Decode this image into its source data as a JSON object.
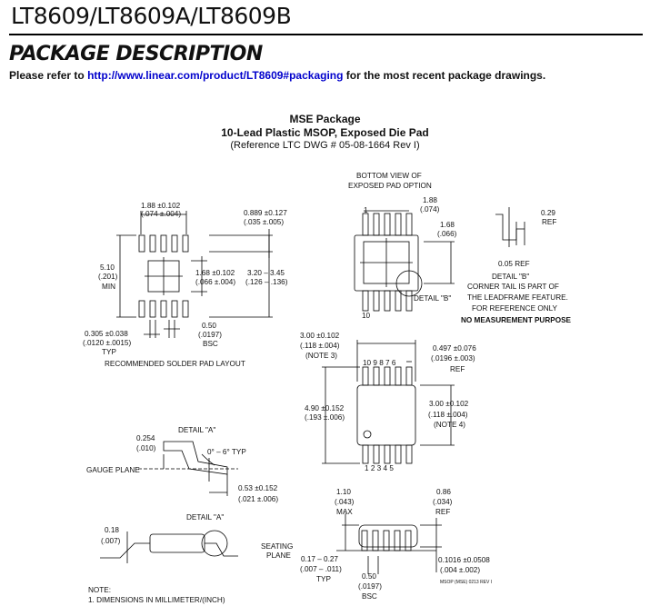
{
  "header": {
    "part_numbers": "LT8609/LT8609A/LT8609B"
  },
  "section_title": "PACKAGE DESCRIPTION",
  "reference": {
    "prefix": "Please refer to",
    "url": "http://www.linear.com/product/LT8609#packaging",
    "suffix": "for the most recent package drawings."
  },
  "package": {
    "name": "MSE Package",
    "subtitle": "10-Lead Plastic MSOP, Exposed Die Pad",
    "dwg": "(Reference LTC DWG # 05-08-1664 Rev I)"
  },
  "solder_pad": {
    "dim_top": "1.88 ±0.102",
    "dim_top_in": "(.074 ±.004)",
    "dim_tr": "0.889 ±0.127",
    "dim_tr_in": "(.035 ±.005)",
    "dim_left": "5.10",
    "dim_left_in": "(.201)",
    "dim_left_min": "MIN",
    "dim_mid": "1.68 ±0.102",
    "dim_mid_in": "(.066 ±.004)",
    "dim_right": "3.20 – 3.45",
    "dim_right_in": "(.126 – .136)",
    "dim_bl": "0.305 ±0.038",
    "dim_bl_in": "(.0120 ±.0015)",
    "dim_bl_typ": "TYP",
    "dim_pitch": "0.50",
    "dim_pitch_in": "(.0197)",
    "dim_pitch_bsc": "BSC",
    "caption": "RECOMMENDED SOLDER PAD LAYOUT"
  },
  "bottom_view": {
    "title1": "BOTTOM VIEW OF",
    "title2": "EXPOSED PAD OPTION",
    "dim1": "1.88",
    "dim1_in": "(.074)",
    "dim2": "1.68",
    "dim2_in": "(.066)",
    "pin1": "1",
    "pin10": "10",
    "detail_b": "DETAIL \"B\""
  },
  "detail_b": {
    "dim": "0.29",
    "dim_ref": "REF",
    "dim2": "0.05 REF",
    "title": "DETAIL \"B\"",
    "note1": "CORNER TAIL IS PART OF",
    "note2": "THE LEADFRAME FEATURE.",
    "note3": "FOR REFERENCE ONLY",
    "note4": "NO MEASUREMENT PURPOSE"
  },
  "top_view": {
    "dim_w": "3.00 ±0.102",
    "dim_w_in": "(.118 ±.004)",
    "dim_w_note": "(NOTE 3)",
    "dim_lead": "0.497 ±0.076",
    "dim_lead_in": "(.0196 ±.003)",
    "dim_lead_ref": "REF",
    "pins_top": "10 9 8 7 6",
    "pins_bottom": "1 2 3 4 5",
    "dim_h": "4.90 ±0.152",
    "dim_h_in": "(.193 ±.006)",
    "dim_body": "3.00 ±0.102",
    "dim_body_in": "(.118 ±.004)",
    "dim_body_note": "(NOTE 4)"
  },
  "gauge": {
    "dim1": "0.254",
    "dim1_in": "(.010)",
    "detail_a": "DETAIL \"A\"",
    "angle": "0° – 6° TYP",
    "gauge_plane": "GAUGE PLANE",
    "dim2": "0.53 ±0.152",
    "dim2_in": "(.021 ±.006)"
  },
  "detail_a_view": {
    "dim": "0.18",
    "dim_in": "(.007)",
    "label": "DETAIL \"A\""
  },
  "side_view": {
    "height": "1.10",
    "height_in": "(.043)",
    "height_max": "MAX",
    "ref_dim": "0.86",
    "ref_dim_in": "(.034)",
    "ref_dim_ref": "REF",
    "seating1": "SEATING",
    "seating2": "PLANE",
    "lead_w": "0.17 – 0.27",
    "lead_w_in": "(.007 – .011)",
    "lead_w_typ": "TYP",
    "pitch": "0.50",
    "pitch_in": "(.0197)",
    "pitch_bsc": "BSC",
    "standoff": "0.1016 ±0.0508",
    "standoff_in": "(.004 ±.002)",
    "code": "MSOP (MSE) 0213 REV I"
  },
  "notes": {
    "title": "NOTE:",
    "n1": "1. DIMENSIONS IN MILLIMETER/(INCH)"
  }
}
